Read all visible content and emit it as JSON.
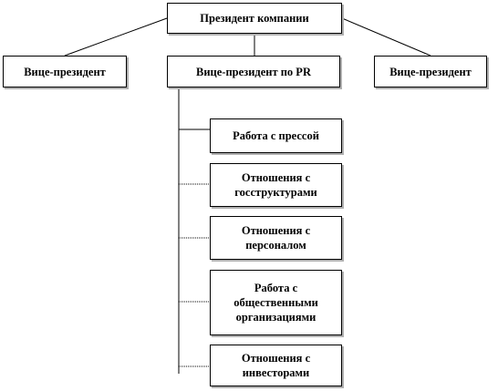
{
  "chart": {
    "president": "Президент компании",
    "vp_left": "Вице-президент",
    "vp_pr": "Вице-президент по PR",
    "vp_right": "Вице-президент",
    "departments": {
      "press": "Работа с прессой",
      "government": "Отношения с\nгосструктурами",
      "staff": "Отношения с\nперсоналом",
      "public_orgs": "Работа с\nобщественными\nорганизациями",
      "investors": "Отношения с\nинвесторами"
    }
  }
}
